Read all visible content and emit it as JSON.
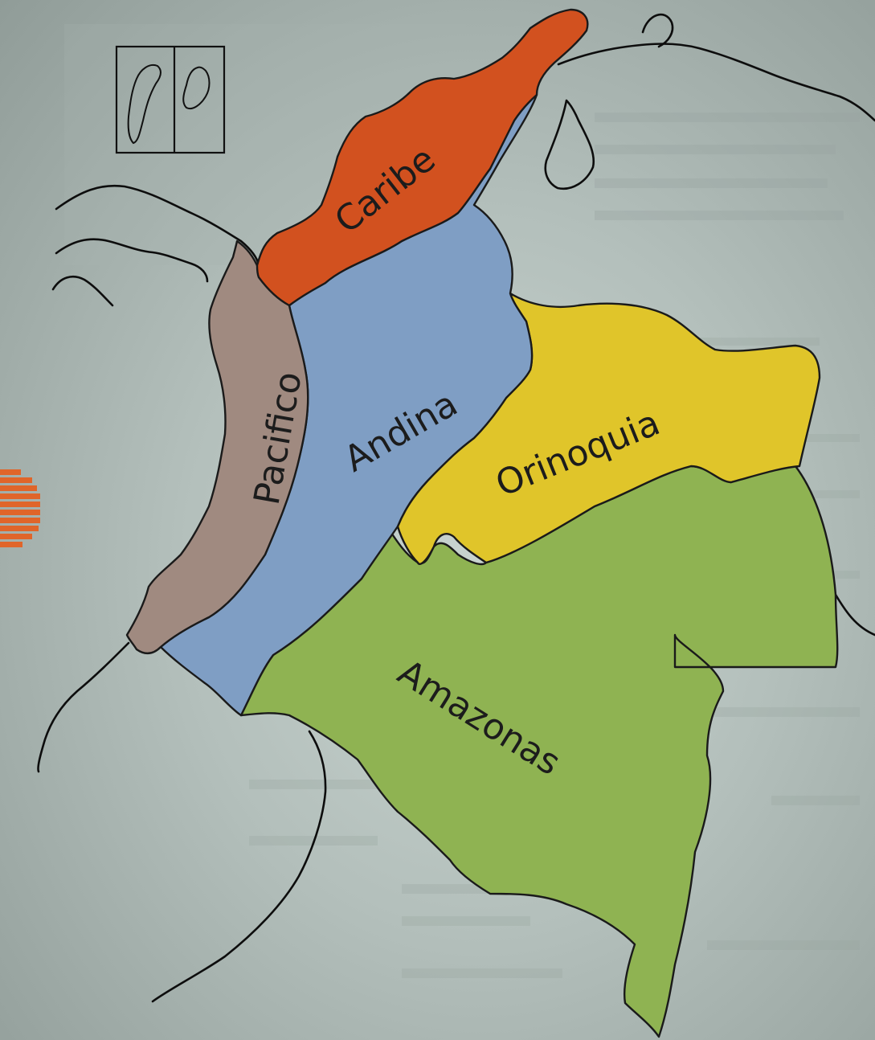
{
  "map": {
    "regions": [
      {
        "id": "caribe",
        "label": "Caribe",
        "color": "#d2511f"
      },
      {
        "id": "pacifico",
        "label": "Pacifico",
        "color": "#a08a80"
      },
      {
        "id": "andina",
        "label": "Andina",
        "color": "#7f9ec4"
      },
      {
        "id": "orinoquia",
        "label": "Orinoquia",
        "color": "#e0c52a"
      },
      {
        "id": "amazonas",
        "label": "Amazonas",
        "color": "#8fb352"
      }
    ],
    "inset": {
      "icons": [
        "island-outline-icon",
        "island-outline-icon"
      ]
    }
  },
  "page_markers": {
    "color": "#e0652a"
  }
}
